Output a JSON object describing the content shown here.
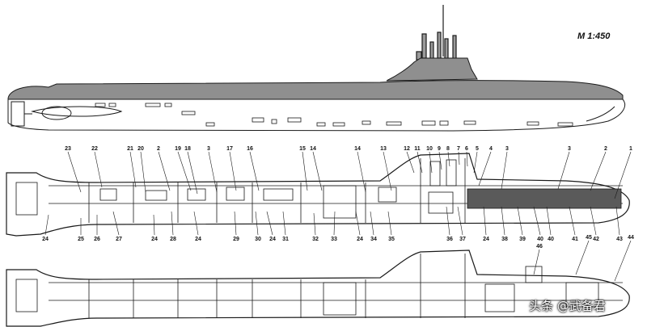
{
  "scale_label": "M 1:450",
  "watermark": "头条 @武备君",
  "colors": {
    "hull_top": "#8f8f8f",
    "line": "#1a1a1a",
    "machinery": "#5a5a5a",
    "background": "#ffffff"
  },
  "callouts_top": [
    "23",
    "22",
    "21",
    "20",
    "2",
    "19",
    "18",
    "3",
    "17",
    "16",
    "15",
    "14",
    "14",
    "13",
    "12",
    "11",
    "10",
    "9",
    "8",
    "7",
    "6",
    "5",
    "4",
    "3",
    "3",
    "2",
    "1"
  ],
  "callouts_bottom": [
    "24",
    "25",
    "26",
    "27",
    "24",
    "28",
    "24",
    "29",
    "30",
    "24",
    "31",
    "32",
    "33",
    "24",
    "34",
    "35",
    "36",
    "37",
    "24",
    "38",
    "39",
    "40",
    "40",
    "41",
    "42",
    "43"
  ],
  "callouts_lower_section": [
    "46",
    "45",
    "44"
  ]
}
